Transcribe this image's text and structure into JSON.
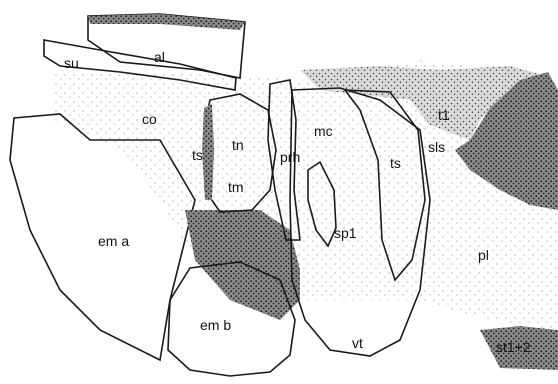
{
  "diagram": {
    "labels": {
      "al": "al",
      "su": "su",
      "co": "co",
      "ts_left": "ts",
      "tn": "tn",
      "tm": "tm",
      "prh": "prh",
      "mc": "mc",
      "ts_right": "ts",
      "t1": "t1",
      "sls": "sls",
      "ema": "em a",
      "emb": "em b",
      "sp1": "sp1",
      "pl": "pl",
      "vt": "vt",
      "st12": "st1+2"
    }
  }
}
